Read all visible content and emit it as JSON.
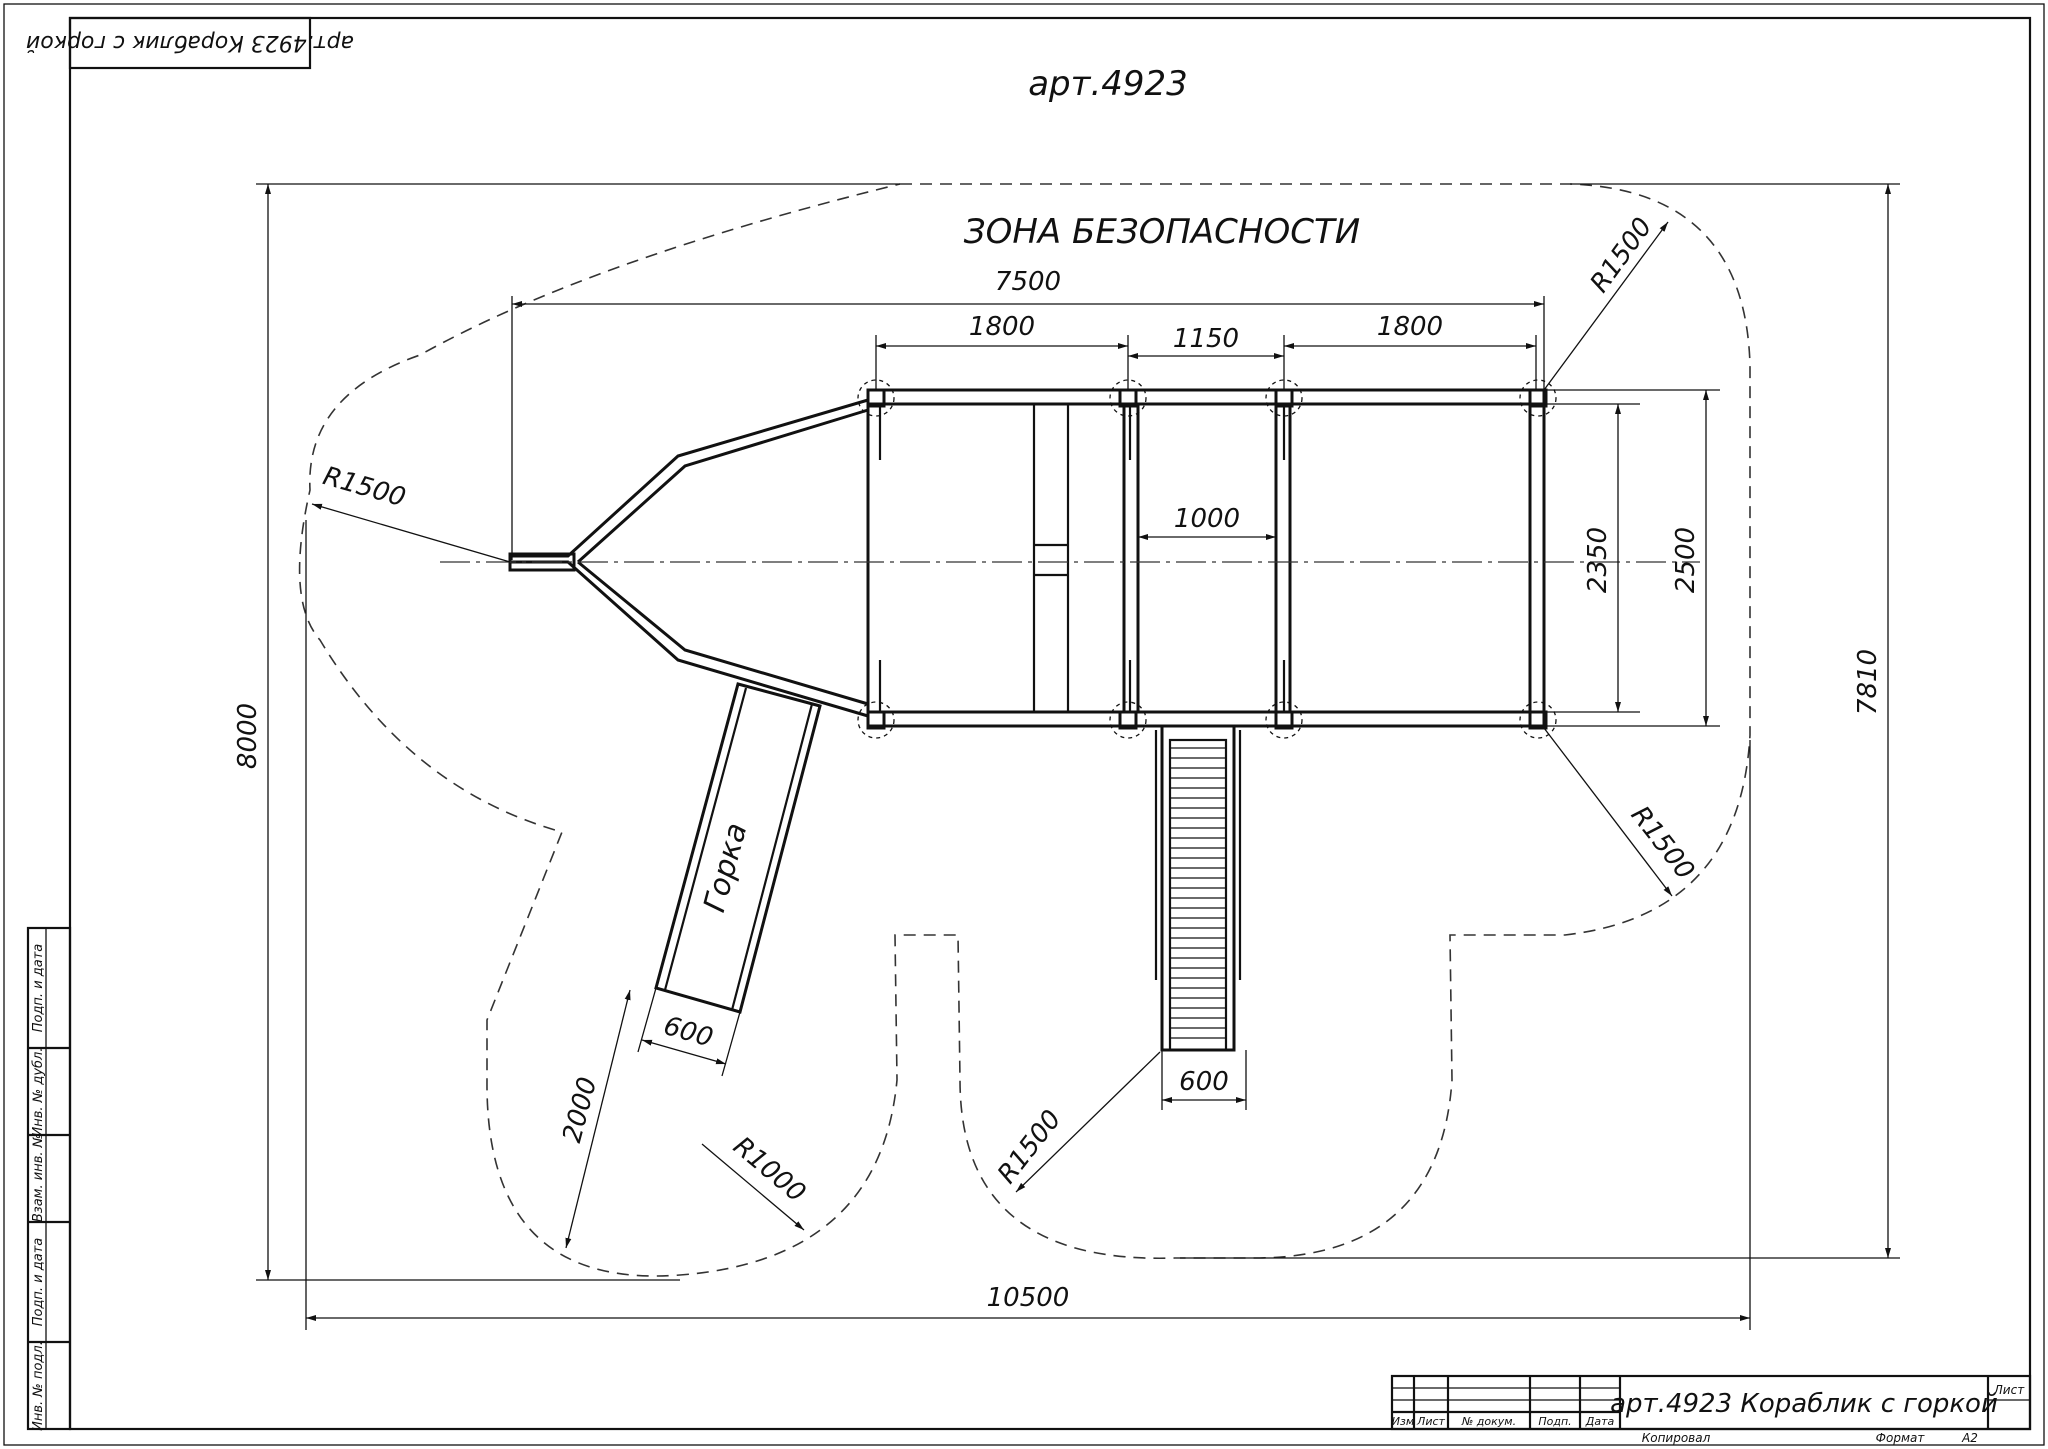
{
  "sheet": {
    "article_title": "арт.4923",
    "corner_stamp": "арт.4923 Кораблик с горкой",
    "safety_zone_label": "ЗОНА БЕЗОПАСНОСТИ",
    "slide_label": "Горка"
  },
  "dimensions": {
    "total_length_top": "7500",
    "bay_left": "1800",
    "bay_middle": "1150",
    "bay_right": "1800",
    "inner_span": "1000",
    "depth_inner": "2350",
    "depth_outer": "2500",
    "zone_height_right": "7810",
    "zone_height_left": "8000",
    "zone_width_bottom": "10500",
    "slide_width": "600",
    "slide_runout": "2000",
    "stair_width": "600",
    "radius_left": "R1500",
    "radius_top_right": "R1500",
    "radius_bottom_right": "R1500",
    "radius_bottom_center": "R1500",
    "radius_slide_end": "R1000"
  },
  "side_stamp": [
    "Подп. и дата",
    "Инв. № дубл.",
    "Взам. инв. №",
    "Подп. и дата",
    "Инв. № подл."
  ],
  "title_block": {
    "col_izm": "Изм",
    "col_list": "Лист",
    "col_doc": "№ докум.",
    "col_podp": "Подп.",
    "col_data": "Дата",
    "designation": "арт.4923  Кораблик с горкой",
    "sheet_label": "Лист",
    "copied": "Копировал",
    "format_label": "Формат",
    "format_value": "А2"
  }
}
